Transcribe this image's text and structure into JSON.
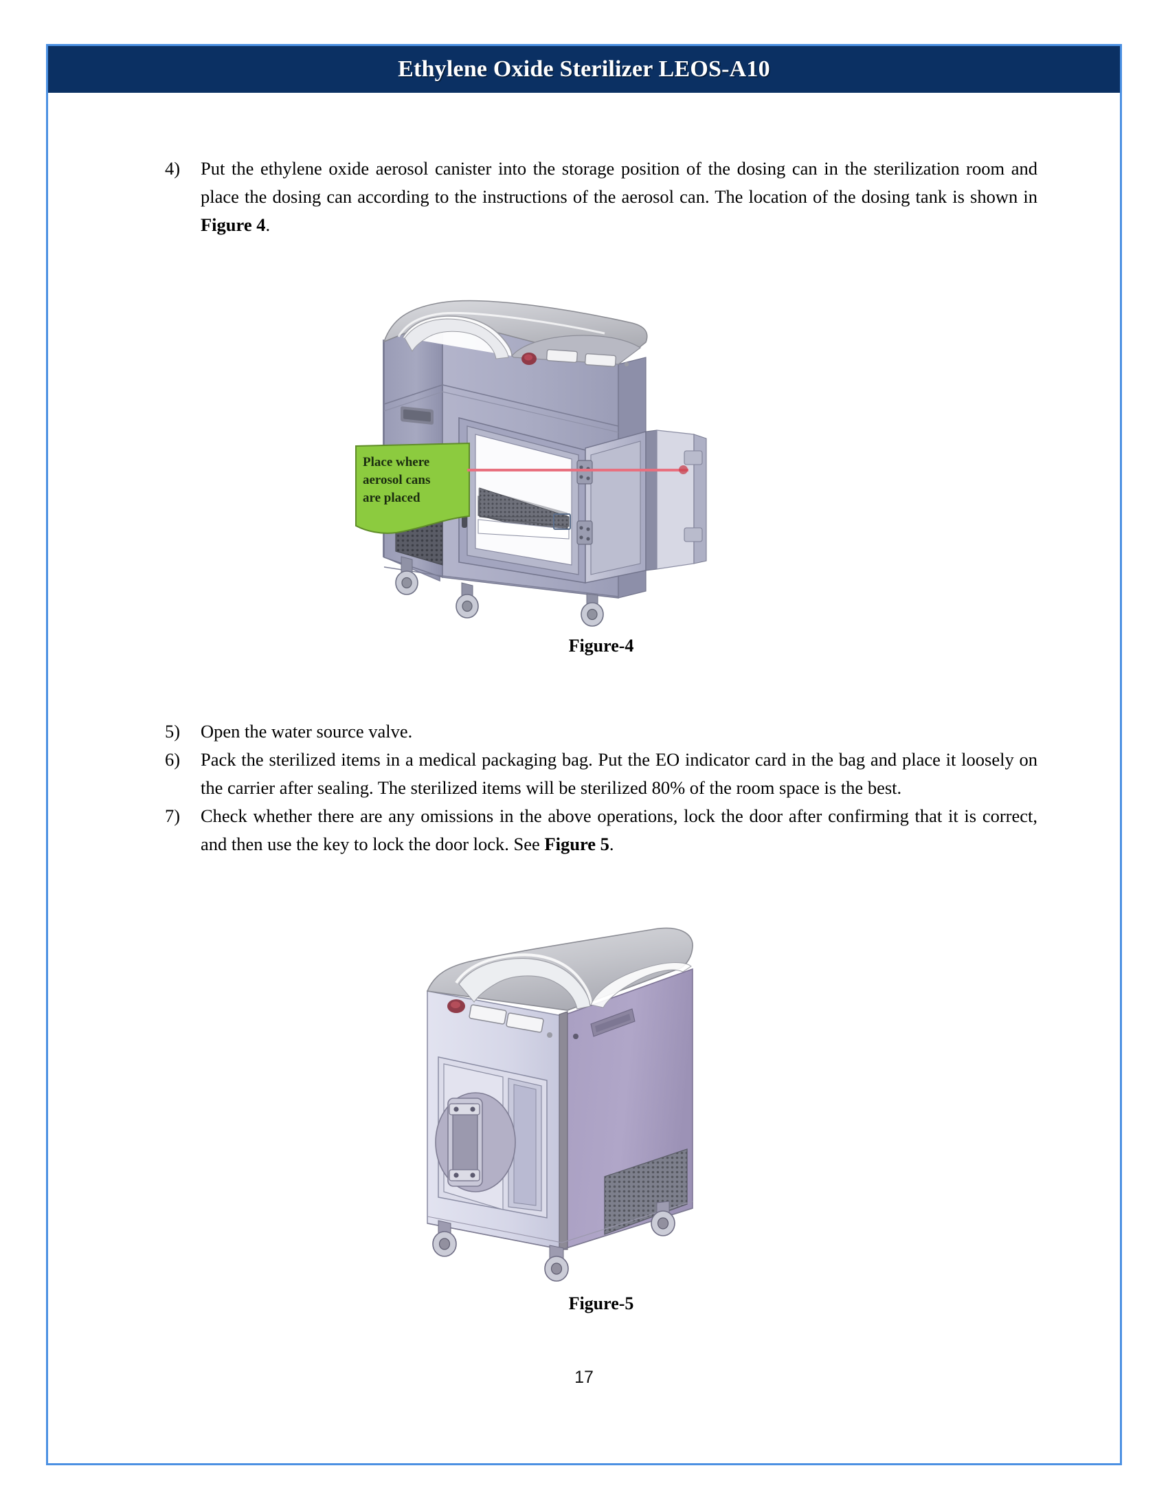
{
  "document": {
    "header_title": "Ethylene Oxide Sterilizer LEOS-A10",
    "page_number": "17"
  },
  "colors": {
    "header_band": "#0b3063",
    "page_border": "#4b90e2",
    "callout_green": "#8ccb3f",
    "leader_line": "#e8707f",
    "body_text": "#000000",
    "header_text": "#ffffff"
  },
  "steps": [
    {
      "marker": "4)",
      "text_before_bold": "Put the ethylene oxide aerosol canister into the storage position of the dosing can in the sterilization room and place the dosing can according to the instructions of the aerosol can. The location of the dosing tank is shown in ",
      "bold": "Figure 4",
      "text_after_bold": "."
    },
    {
      "marker": "5)",
      "text_before_bold": "Open the water source valve.",
      "bold": "",
      "text_after_bold": ""
    },
    {
      "marker": "6)",
      "text_before_bold": "Pack the sterilized items in a medical packaging bag. Put the EO indicator card in the bag and place it loosely on the carrier after sealing. The sterilized items will be sterilized 80% of the room space is the best.",
      "bold": "",
      "text_after_bold": ""
    },
    {
      "marker": "7)",
      "text_before_bold": "Check whether there are any omissions in the above operations, lock the door after confirming that it is correct, and then use the key to lock the door lock. See ",
      "bold": "Figure 5",
      "text_after_bold": "."
    }
  ],
  "figure4": {
    "caption": "Figure-4",
    "callout_label": "Place where aerosol cans are placed",
    "callout_line1": "Place where",
    "callout_line2": "aerosol cans",
    "callout_line3": "are placed",
    "alt": "Ethylene oxide sterilizer cabinet with the chamber door open, a leader line pointing to the aerosol can storage position inside the chamber"
  },
  "figure5": {
    "caption": "Figure-5",
    "alt": "Ethylene oxide sterilizer cabinet shown from the opposite side with the chamber door closed and locked"
  }
}
